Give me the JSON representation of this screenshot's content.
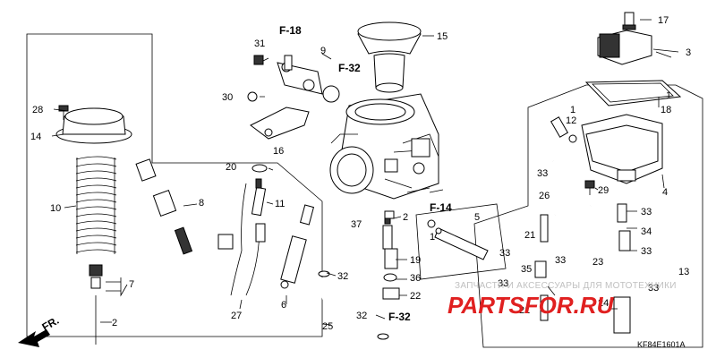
{
  "diagram": {
    "code": "KF84E1601A",
    "direction_label": "FR.",
    "references": [
      "F-18",
      "F-32",
      "F-14",
      "F-32"
    ],
    "callouts": [
      "1",
      "2",
      "2",
      "3",
      "4",
      "5",
      "6",
      "7",
      "8",
      "9",
      "10",
      "11",
      "12",
      "13",
      "14",
      "15",
      "16",
      "17",
      "18",
      "19",
      "20",
      "21",
      "21",
      "22",
      "23",
      "24",
      "25",
      "26",
      "27",
      "28",
      "29",
      "30",
      "31",
      "32",
      "32",
      "33",
      "33",
      "33",
      "33",
      "33",
      "33",
      "33",
      "34",
      "35",
      "36",
      "37",
      "1",
      "1"
    ]
  },
  "watermark": {
    "tagline": "ЗАПЧАСТИ И АКСЕССУАРЫ ДЛЯ МОТОТЕХНИКИ",
    "brand": "PARTSFOR.RU",
    "brand_red": "#e02020",
    "brand_gray": "#9a9a9a"
  }
}
